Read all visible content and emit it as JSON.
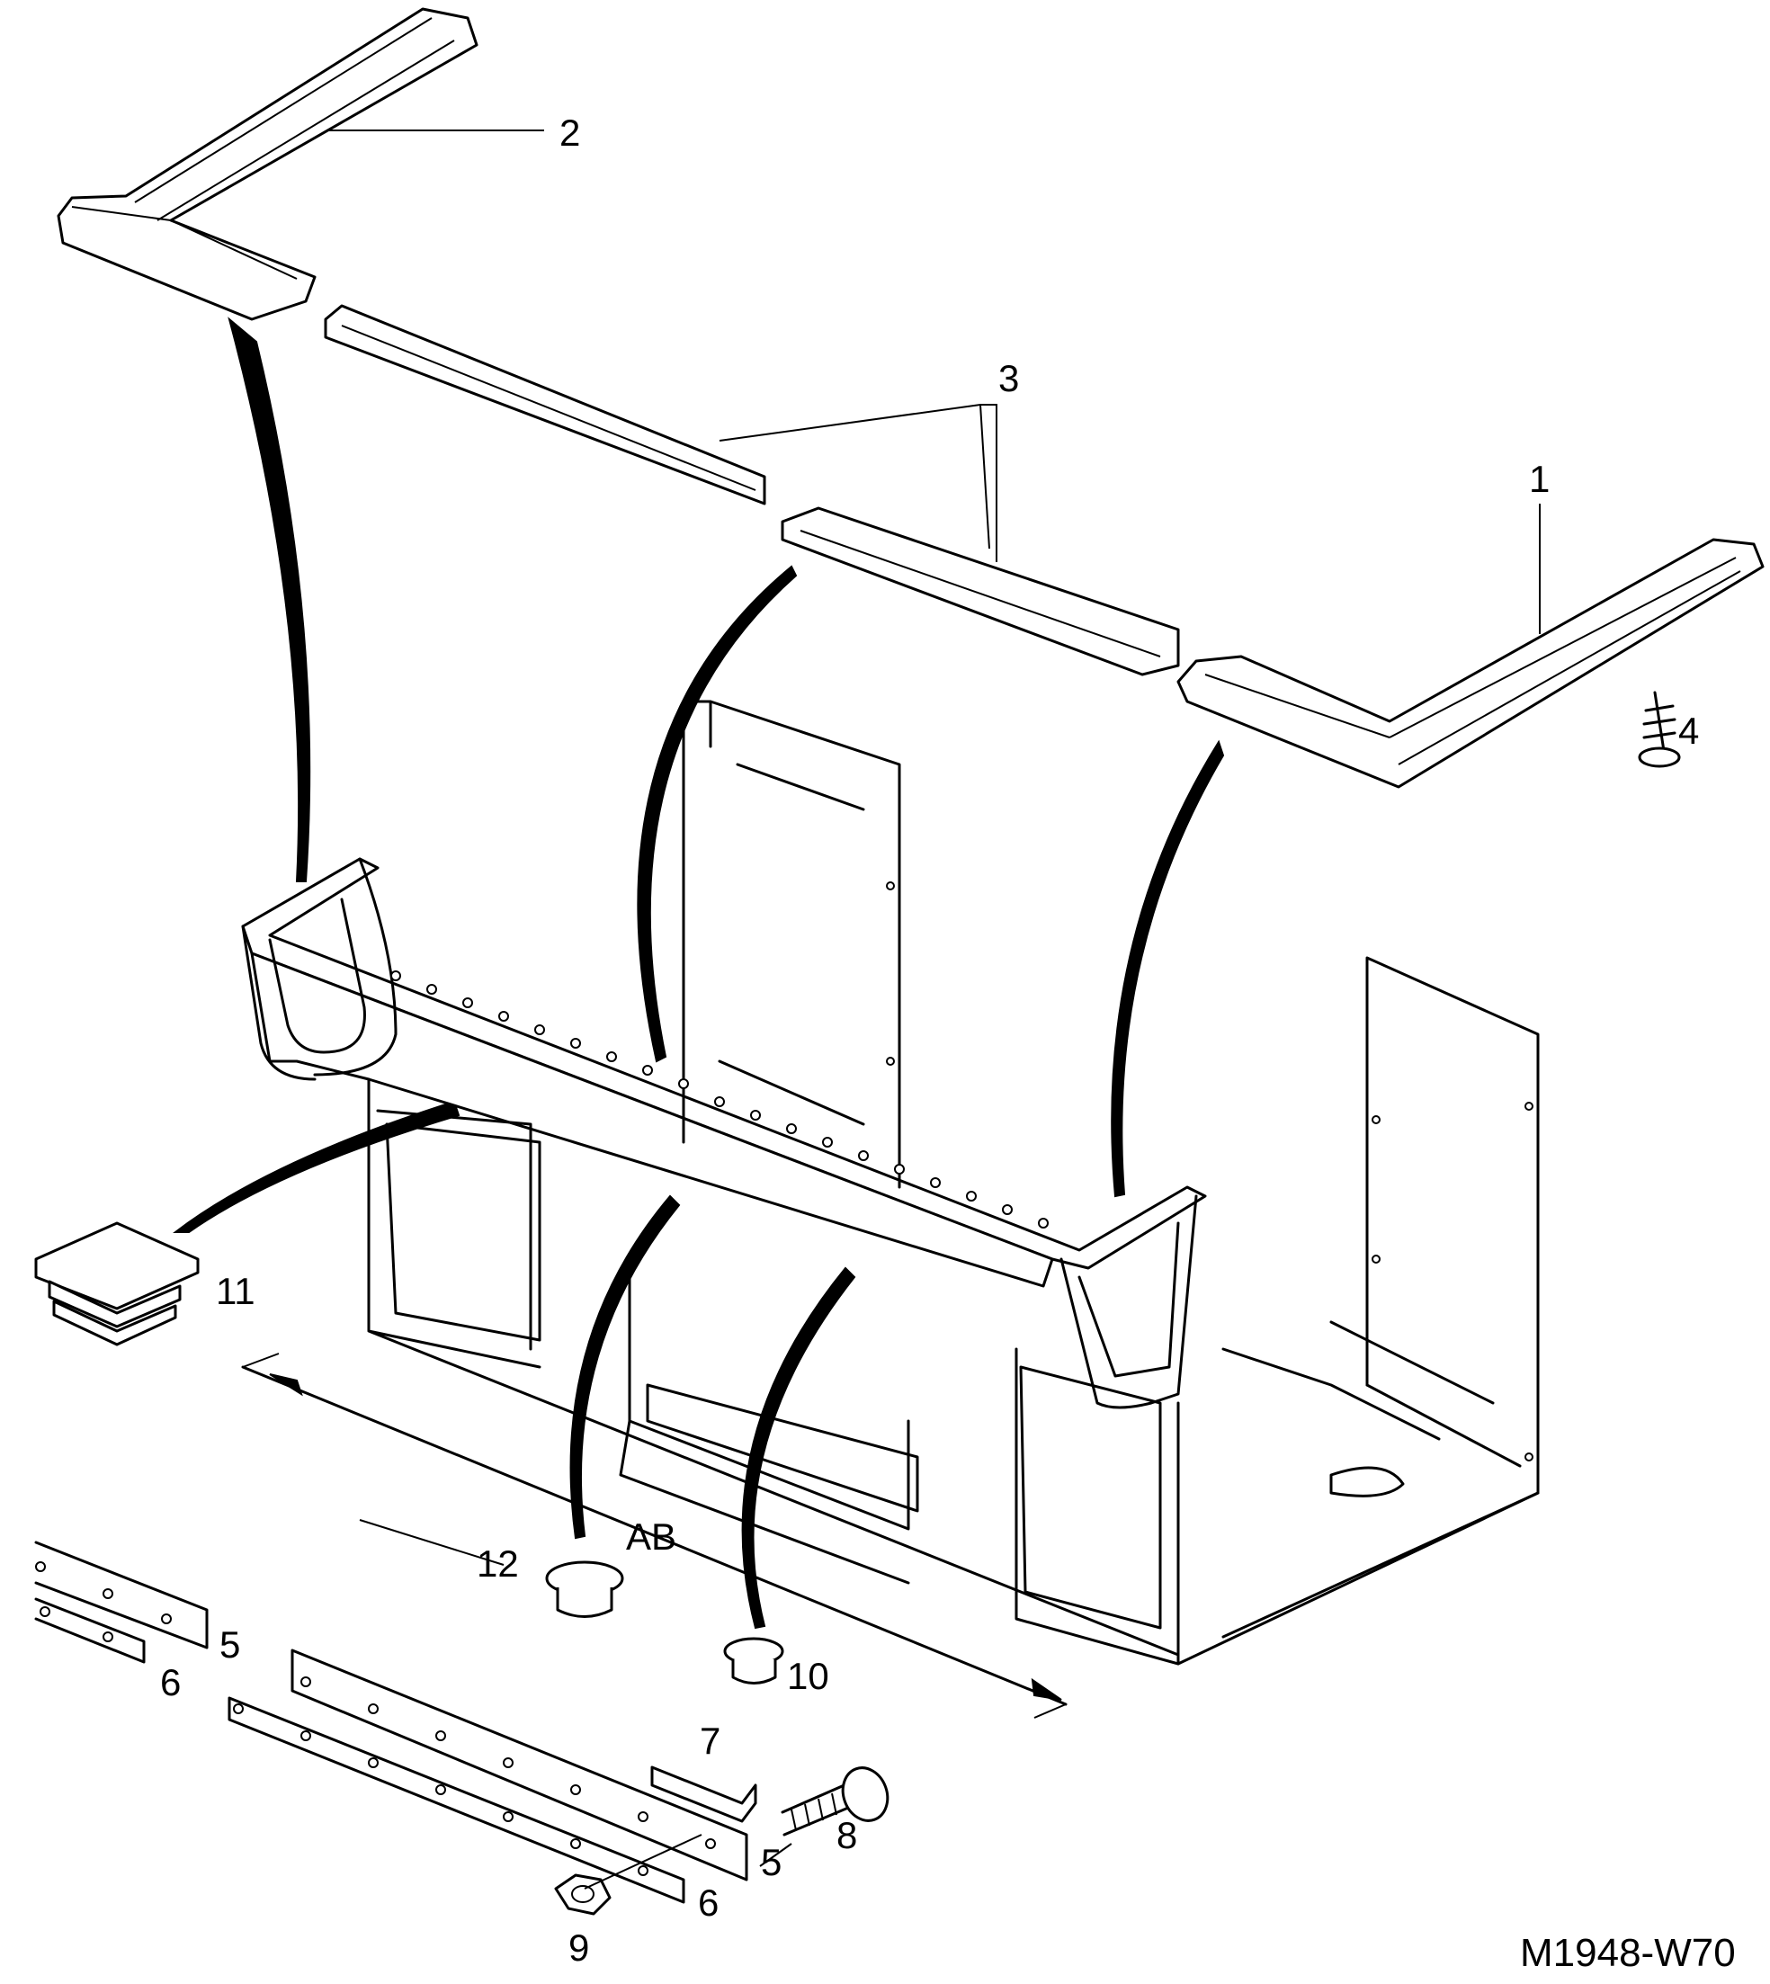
{
  "diagram": {
    "drawing_id": "M1948-W70",
    "dimension_label": "AB",
    "callouts": {
      "c1": "1",
      "c2": "2",
      "c3": "3",
      "c4": "4",
      "c5a": "5",
      "c5b": "5",
      "c6a": "6",
      "c6b": "6",
      "c7": "7",
      "c8": "8",
      "c9": "9",
      "c10": "10",
      "c11": "11",
      "c12": "12"
    }
  }
}
